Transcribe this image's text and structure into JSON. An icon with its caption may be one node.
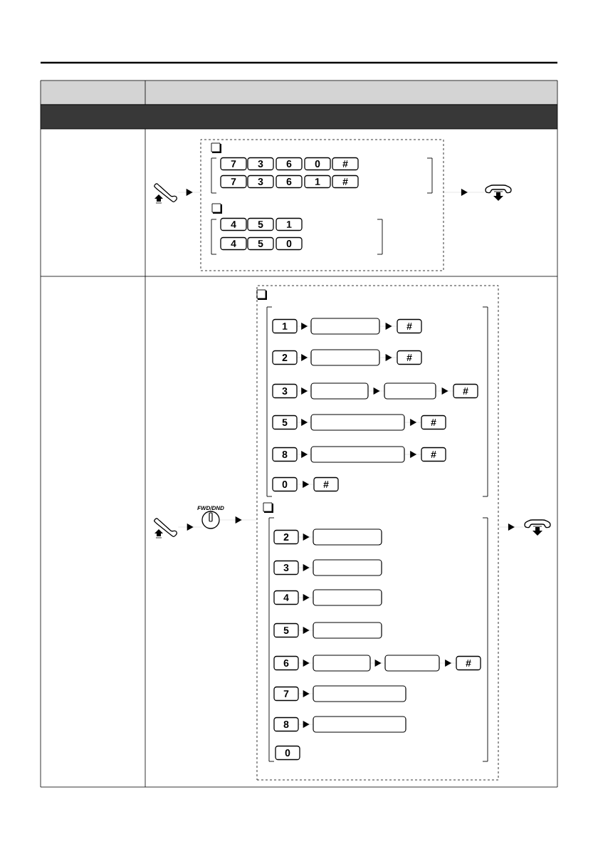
{
  "diagram": {
    "nodes": [
      {
        "text": [],
        "shape": "picture"
      },
      {
        "text": [],
        "shape": "box"
      },
      {
        "text": [
          "7"
        ],
        "in": 1
      },
      {
        "text": [
          "3"
        ],
        "in": 1
      },
      {
        "text": [
          "6"
        ],
        "in": 1
      },
      {
        "text": [
          "0"
        ],
        "in": 1
      },
      {
        "text": [
          "#"
        ],
        "in": 1
      },
      {
        "text": [
          "7"
        ],
        "in": 1
      },
      {
        "text": [
          "3"
        ],
        "in": 1
      },
      {
        "text": [
          "6"
        ],
        "in": 1
      },
      {
        "text": [
          "1"
        ],
        "in": 1
      },
      {
        "text": [
          "#"
        ],
        "in": 1
      },
      {
        "text": [
          "4"
        ],
        "in": 1
      },
      {
        "text": [
          "5"
        ],
        "in": 1
      },
      {
        "text": [
          "1"
        ],
        "in": 1
      },
      {
        "text": [
          "4"
        ],
        "in": 1
      },
      {
        "text": [
          "5"
        ],
        "in": 1
      },
      {
        "text": [
          "0"
        ],
        "in": 1
      },
      {
        "text": [],
        "shape": "picture"
      },
      {
        "text": [],
        "shape": "picture"
      },
      {
        "text": [
          "FWD/DND"
        ]
      },
      {
        "text": [],
        "shape": "box"
      },
      {
        "text": [
          "1"
        ],
        "in": 21
      },
      {
        "text": [],
        "shape": "box",
        "in": 21
      },
      {
        "text": [
          "#"
        ],
        "in": 21
      },
      {
        "text": [
          "2"
        ],
        "in": 21
      },
      {
        "text": [],
        "shape": "box",
        "in": 21
      },
      {
        "text": [
          "#"
        ],
        "in": 21
      },
      {
        "text": [
          "3"
        ],
        "in": 21
      },
      {
        "text": [],
        "shape": "box",
        "in": 21
      },
      {
        "text": [],
        "shape": "box",
        "in": 21
      },
      {
        "text": [
          "#"
        ],
        "in": 21
      },
      {
        "text": [
          "5"
        ],
        "in": 21
      },
      {
        "text": [],
        "shape": "box",
        "in": 21
      },
      {
        "text": [
          "#"
        ],
        "in": 21
      },
      {
        "text": [
          "8"
        ],
        "in": 21
      },
      {
        "text": [],
        "shape": "box",
        "in": 21
      },
      {
        "text": [
          "#"
        ],
        "in": 21
      },
      {
        "text": [
          "0"
        ],
        "in": 21
      },
      {
        "text": [
          "#"
        ],
        "in": 21
      },
      {
        "text": [
          "2"
        ],
        "in": 21
      },
      {
        "text": [],
        "shape": "box",
        "in": 21
      },
      {
        "text": [
          "3"
        ],
        "in": 21
      },
      {
        "text": [],
        "shape": "box",
        "in": 21
      },
      {
        "text": [
          "4"
        ],
        "in": 21
      },
      {
        "text": [],
        "shape": "box",
        "in": 21
      },
      {
        "text": [
          "5"
        ],
        "in": 21
      },
      {
        "text": [],
        "shape": "box",
        "in": 21
      },
      {
        "text": [
          "6"
        ],
        "in": 21
      },
      {
        "text": [],
        "shape": "box",
        "in": 21
      },
      {
        "text": [],
        "shape": "box",
        "in": 21
      },
      {
        "text": [
          "#"
        ],
        "in": 21
      },
      {
        "text": [
          "7"
        ],
        "in": 21
      },
      {
        "text": [],
        "shape": "box",
        "in": 21
      },
      {
        "text": [
          "8"
        ],
        "in": 21
      },
      {
        "text": [],
        "shape": "box",
        "in": 21
      },
      {
        "text": [
          "0"
        ],
        "in": 21
      },
      {
        "text": [],
        "shape": "picture"
      }
    ],
    "edges": [
      {
        "from": 0,
        "to": 1,
        "arrow": "to"
      },
      {
        "from": 1,
        "to": 18,
        "arrow": "to"
      },
      {
        "from": 19,
        "to": 20,
        "arrow": "to"
      },
      {
        "from": 20,
        "to": 21,
        "arrow": "to"
      },
      {
        "from": 21,
        "to": 57,
        "arrow": "to"
      },
      {
        "from": 22,
        "to": 23,
        "arrow": "to"
      },
      {
        "from": 23,
        "to": 24,
        "arrow": "to"
      },
      {
        "from": 25,
        "to": 26,
        "arrow": "to"
      },
      {
        "from": 26,
        "to": 27,
        "arrow": "to"
      },
      {
        "from": 28,
        "to": 29,
        "arrow": "to"
      },
      {
        "from": 29,
        "to": 30,
        "arrow": "to"
      },
      {
        "from": 30,
        "to": 31,
        "arrow": "to"
      },
      {
        "from": 32,
        "to": 33,
        "arrow": "to"
      },
      {
        "from": 33,
        "to": 34,
        "arrow": "to"
      },
      {
        "from": 35,
        "to": 36,
        "arrow": "to"
      },
      {
        "from": 36,
        "to": 37,
        "arrow": "to"
      },
      {
        "from": 38,
        "to": 39,
        "arrow": "to"
      },
      {
        "from": 40,
        "to": 41,
        "arrow": "to"
      },
      {
        "from": 42,
        "to": 43,
        "arrow": "to"
      },
      {
        "from": 44,
        "to": 45,
        "arrow": "to"
      },
      {
        "from": 46,
        "to": 47,
        "arrow": "to"
      },
      {
        "from": 48,
        "to": 49,
        "arrow": "to"
      },
      {
        "from": 49,
        "to": 50,
        "arrow": "to"
      },
      {
        "from": 50,
        "to": 51,
        "arrow": "to"
      },
      {
        "from": 52,
        "to": 53,
        "arrow": "to"
      },
      {
        "from": 54,
        "to": 55,
        "arrow": "to"
      }
    ]
  }
}
